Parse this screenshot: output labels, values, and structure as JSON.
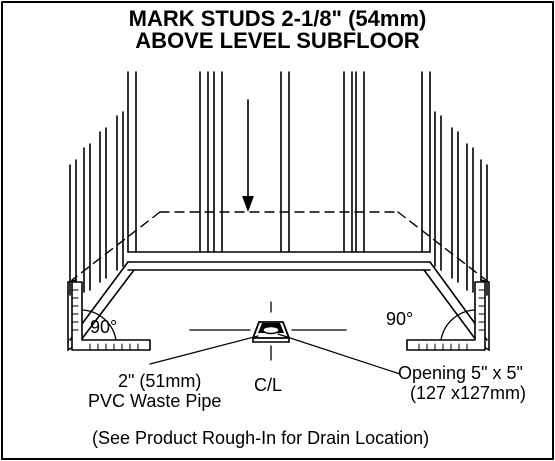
{
  "title": {
    "line1": "MARK STUDS 2-1/8\" (54mm)",
    "line2": "ABOVE LEVEL SUBFLOOR"
  },
  "labels": {
    "angle_left": "90°",
    "angle_right": "90°",
    "pipe_line1": "2\" (51mm)",
    "pipe_line2": "PVC Waste Pipe",
    "centerline": "C/L",
    "opening_line1": "Opening 5\" x 5\"",
    "opening_line2": "(127 x127mm)"
  },
  "footnote": "(See Product Rough-In for Drain Location)"
}
